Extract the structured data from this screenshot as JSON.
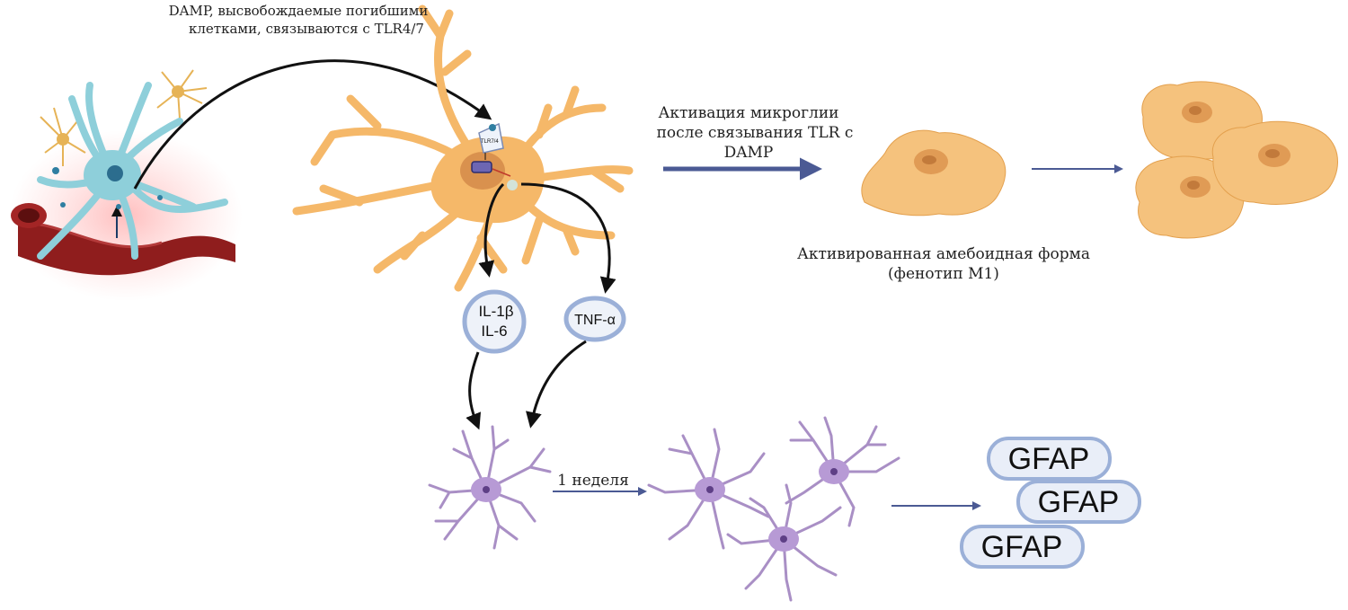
{
  "labels": {
    "damp_line1": "DAMP, высвобождаемые погибшими",
    "damp_line2": "клетками, связываются с TLR4/7",
    "activation_line1": "Активация микроглии",
    "activation_line2": "после связывания TLR с",
    "activation_line3": "DAMP",
    "amoeboid_line1": "Активированная амебоидная форма",
    "amoeboid_line2": "(фенотип М1)",
    "week": "1 неделя",
    "receptor": "TLR7/4"
  },
  "cytokines": {
    "left_line1": "IL-1β",
    "left_line2": "IL-6",
    "right": "TNF-α"
  },
  "markers": [
    "GFAP",
    "GFAP",
    "GFAP"
  ],
  "colors": {
    "microglia": "#f5b869",
    "microglia_outline": "#e3a04e",
    "nucleus": "#d9914e",
    "neuron": "#8ecfda",
    "astrocyte": "#a98fc5",
    "astro_nucleus": "#5e3f86",
    "vessel": "#8f1d1d",
    "arrow_blue": "#4b5a94",
    "pill_border": "#9bb0d8",
    "pill_fill": "#e9eef8"
  }
}
